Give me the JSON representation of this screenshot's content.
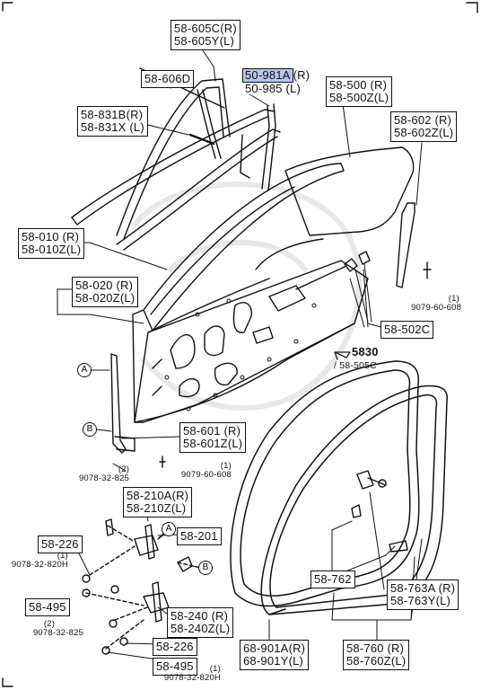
{
  "parts": {
    "p1": {
      "l1": "58-605C",
      "s1": "(R)",
      "l2": "58-605Y",
      "s2": "(L)"
    },
    "p2": {
      "l1": "58-606D"
    },
    "p3": {
      "l1": "50-981A",
      "s1": "(R)",
      "l2": "50-985",
      "s2": "(L)"
    },
    "p4": {
      "l1": "58-500",
      "s1": "(R)",
      "l2": "58-500Z",
      "s2": "(L)"
    },
    "p5": {
      "l1": "58-831B",
      "s1": "(R)",
      "l2": "58-831X",
      "s2": "(L)"
    },
    "p6": {
      "l1": "58-602",
      "s1": "(R)",
      "l2": "58-602Z",
      "s2": "(L)"
    },
    "p7": {
      "l1": "58-010",
      "s1": "(R)",
      "l2": "58-010Z",
      "s2": "(L)"
    },
    "p8": {
      "l1": "58-020",
      "s1": "(R)",
      "l2": "58-020Z",
      "s2": "(L)"
    },
    "p9": {
      "l1": "58-502C"
    },
    "p10": {
      "l1": "58-601",
      "s1": "(R)",
      "l2": "58-601Z",
      "s2": "(L)"
    },
    "p11": {
      "l1": "58-210A",
      "s1": "(R)",
      "l2": "58-210Z",
      "s2": "(L)"
    },
    "p12": {
      "l1": "58-226"
    },
    "p13": {
      "l1": "58-201"
    },
    "p14": {
      "l1": "58-495"
    },
    "p15": {
      "l1": "58-240",
      "s1": "(R)",
      "l2": "58-240Z",
      "s2": "(L)"
    },
    "p16": {
      "l1": "58-226"
    },
    "p17": {
      "l1": "58-495"
    },
    "p18": {
      "l1": "58-762"
    },
    "p19": {
      "l1": "58-763A",
      "s1": "(R)",
      "l2": "58-763Y",
      "s2": "(L)"
    },
    "p20": {
      "l1": "68-901A",
      "s1": "(R)",
      "l2": "68-901Y",
      "s2": "(L)"
    },
    "p21": {
      "l1": "58-760",
      "s1": "(R)",
      "l2": "58-760Z",
      "s2": "(L)"
    }
  },
  "fasteners": {
    "f1": {
      "qty": "(1)",
      "code": "9079-60-608"
    },
    "f2": {
      "qty": "(1)",
      "code": "9079-60-608"
    },
    "f3": {
      "qty": "(2)",
      "code": "9078-32-825"
    },
    "f4": {
      "qty": "(1)",
      "code": "9078-32-820H"
    },
    "f5": {
      "qty": "(2)",
      "code": "9078-32-825"
    },
    "f6": {
      "qty": "(1)",
      "code": "9078-32-820H"
    }
  },
  "reference": {
    "group": "5830",
    "sub": "/ 58-505C"
  },
  "markers": {
    "a": "A",
    "b": "B"
  },
  "colors": {
    "highlight": "#b9c4ec",
    "ink": "#111111"
  }
}
